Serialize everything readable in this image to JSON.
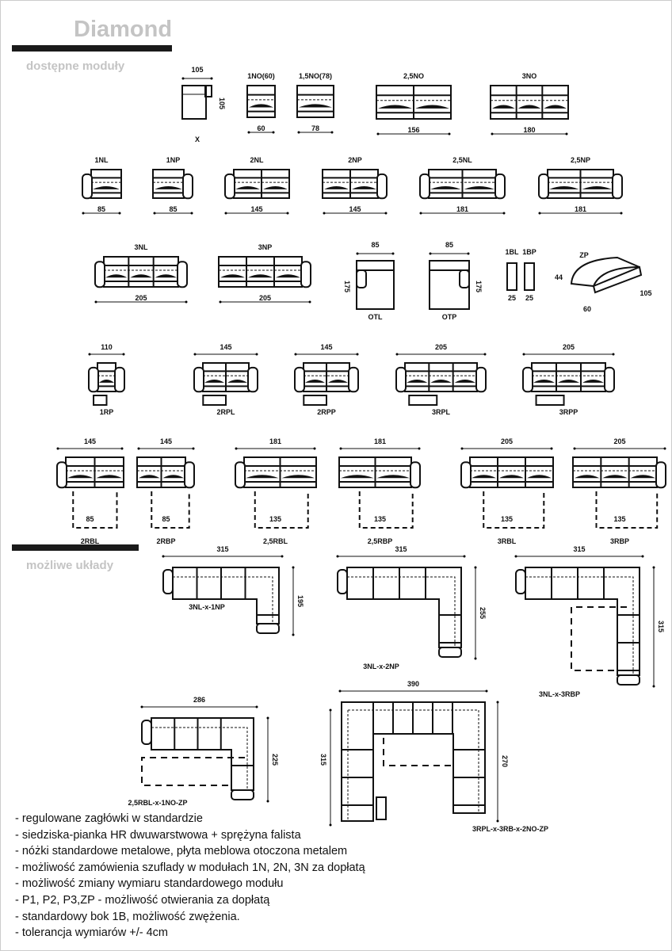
{
  "header": {
    "title": "Diamond",
    "section_modules": "dostępne moduły",
    "section_layouts": "możliwe układy"
  },
  "modules": [
    {
      "label": "X",
      "dims": [
        "105",
        "105"
      ]
    },
    {
      "label": "1NO(60)",
      "dims": [
        "60"
      ]
    },
    {
      "label": "1,5NO(78)",
      "dims": [
        "78"
      ]
    },
    {
      "label": "2,5NO",
      "dims": [
        "156"
      ]
    },
    {
      "label": "3NO",
      "dims": [
        "180"
      ]
    },
    {
      "label": "1NL",
      "dims": [
        "85"
      ]
    },
    {
      "label": "1NP",
      "dims": [
        "85"
      ]
    },
    {
      "label": "2NL",
      "dims": [
        "145"
      ]
    },
    {
      "label": "2NP",
      "dims": [
        "145"
      ]
    },
    {
      "label": "2,5NL",
      "dims": [
        "181"
      ]
    },
    {
      "label": "2,5NP",
      "dims": [
        "181"
      ]
    },
    {
      "label": "3NL",
      "dims": [
        "205"
      ]
    },
    {
      "label": "3NP",
      "dims": [
        "205"
      ]
    },
    {
      "label": "OTL",
      "dims": [
        "85",
        "175"
      ]
    },
    {
      "label": "OTP",
      "dims": [
        "85",
        "175"
      ]
    },
    {
      "label": "1BL",
      "dims": [
        "25"
      ]
    },
    {
      "label": "1BP",
      "dims": [
        "25"
      ]
    },
    {
      "label": "ZP",
      "dims": [
        "44",
        "60",
        "105"
      ]
    },
    {
      "label": "1RP",
      "dims": [
        "110"
      ]
    },
    {
      "label": "2RPL",
      "dims": [
        "145"
      ]
    },
    {
      "label": "2RPP",
      "dims": [
        "145"
      ]
    },
    {
      "label": "3RPL",
      "dims": [
        "205"
      ]
    },
    {
      "label": "3RPP",
      "dims": [
        "205"
      ]
    },
    {
      "label": "2RBL",
      "dims": [
        "145",
        "85"
      ]
    },
    {
      "label": "2RBP",
      "dims": [
        "145",
        "85"
      ]
    },
    {
      "label": "2,5RBL",
      "dims": [
        "181",
        "135"
      ]
    },
    {
      "label": "2,5RBP",
      "dims": [
        "181",
        "135"
      ]
    },
    {
      "label": "3RBL",
      "dims": [
        "205",
        "135"
      ]
    },
    {
      "label": "3RBP",
      "dims": [
        "205",
        "135"
      ]
    }
  ],
  "layouts": [
    {
      "label": "3NL-x-1NP",
      "dims": [
        "315",
        "195"
      ]
    },
    {
      "label": "3NL-x-2NP",
      "dims": [
        "315",
        "255"
      ]
    },
    {
      "label": "3NL-x-3RBP",
      "dims": [
        "315",
        "315"
      ]
    },
    {
      "label": "2,5RBL-x-1NO-ZP",
      "dims": [
        "286",
        "225"
      ]
    },
    {
      "label": "3RPL-x-3RB-x-2NO-ZP",
      "dims": [
        "390",
        "315",
        "270"
      ]
    }
  ],
  "notes": [
    "- regulowane zagłówki w standardzie",
    "- siedziska-pianka HR dwuwarstwowa + sprężyna falista",
    "- nóżki standardowe metalowe, płyta meblowa otoczona metalem",
    "- możliwość zamówienia szuflady w modułach 1N, 2N, 3N za dopłatą",
    "- możliwość zmiany wymiaru standardowego modułu",
    "- P1, P2, P3,ZP - możliwość otwierania za dopłatą",
    "- standardowy bok 1B, możliwość zwężenia.",
    "- tolerancja wymiarów +/- 4cm"
  ]
}
